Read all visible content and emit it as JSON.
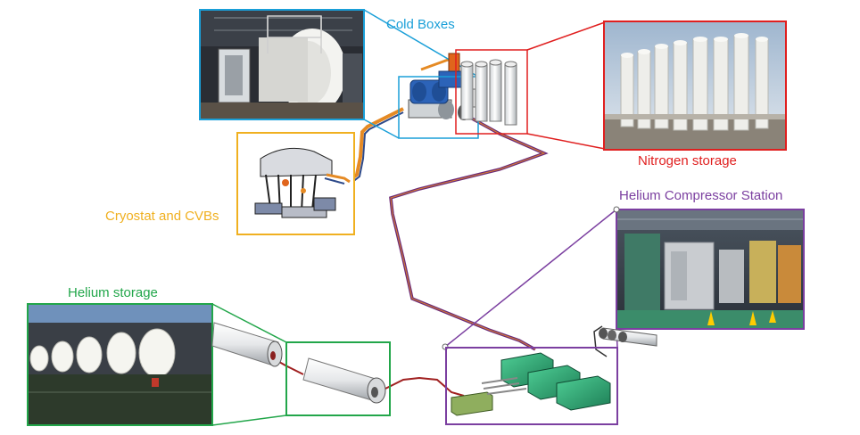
{
  "labels": {
    "cold_boxes": "Cold Boxes",
    "nitrogen_storage": "Nitrogen storage",
    "cryostat_cvbs": "Cryostat and CVBs",
    "helium_compressor_station": "Helium Compressor Station",
    "helium_storage": "Helium storage"
  },
  "colors": {
    "cold_boxes": "#1a9fd8",
    "nitrogen_storage": "#e01f1f",
    "cryostat_cvbs": "#f0b020",
    "helium_compressor_station": "#7b3fa0",
    "helium_storage": "#22a64a",
    "pipe_orange": "#e58a24",
    "pipe_purple": "#6b2a7a",
    "pipe_red": "#a02020"
  }
}
